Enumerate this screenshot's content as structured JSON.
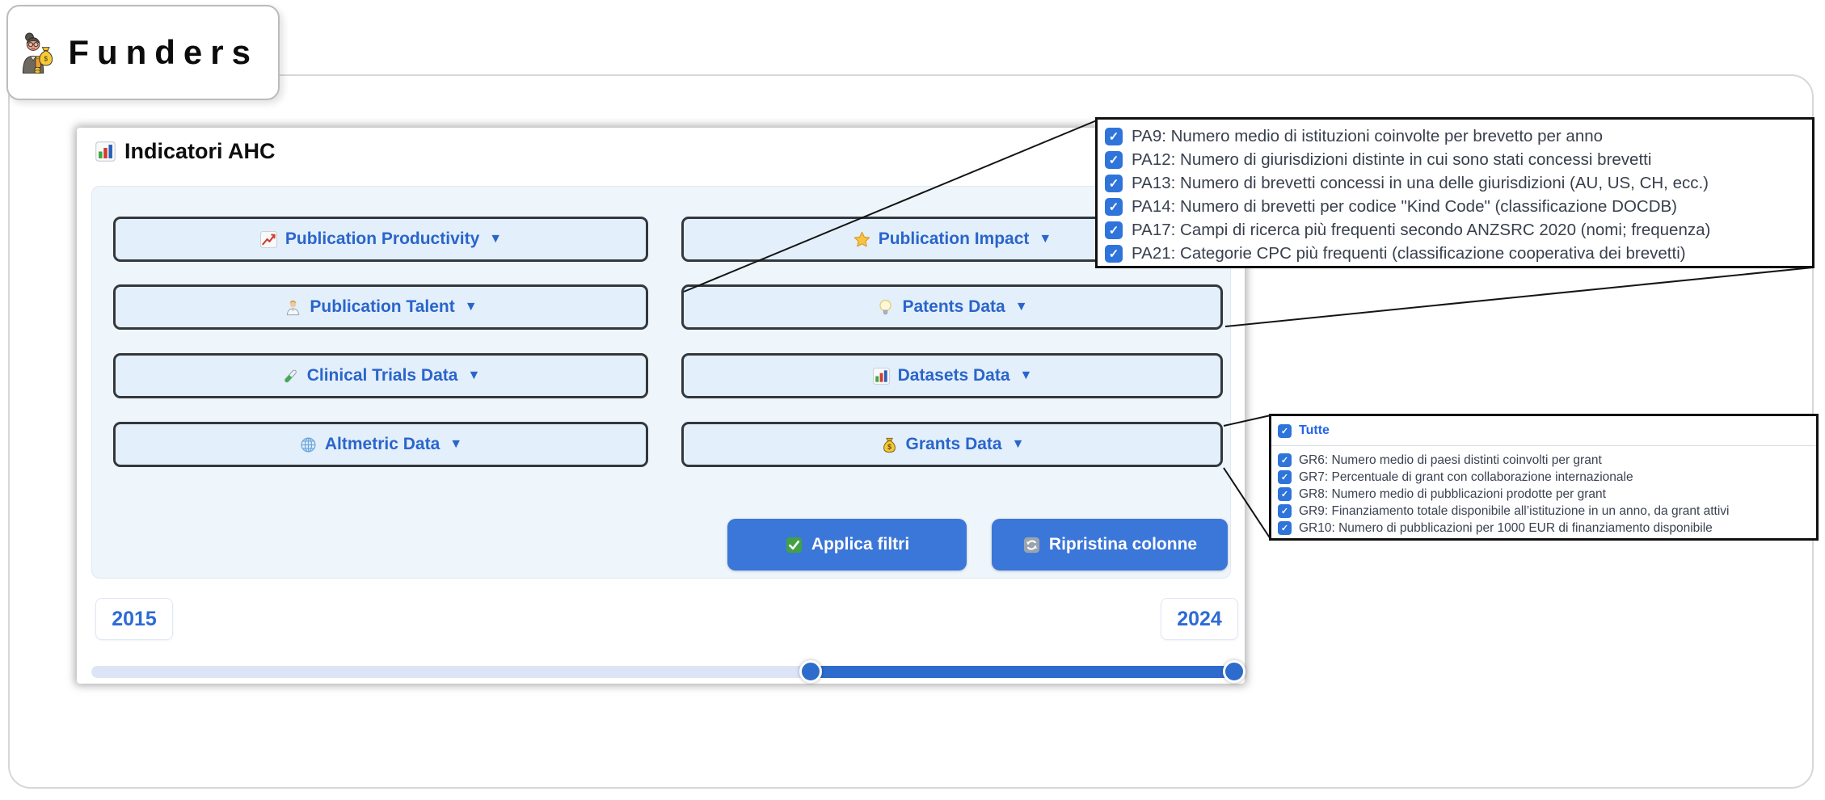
{
  "logo": {
    "title": "Funders"
  },
  "panel": {
    "title": "Indicatori AHC",
    "title_icon": "bar-chart",
    "dropdowns": [
      {
        "label": "Publication Productivity",
        "icon": "chart-increasing",
        "arrow": "▼"
      },
      {
        "label": "Publication Impact",
        "icon": "star",
        "arrow": "▼"
      },
      {
        "label": "Publication Talent",
        "icon": "scientist",
        "arrow": "▼"
      },
      {
        "label": "Patents Data",
        "icon": "light-bulb",
        "arrow": "▼"
      },
      {
        "label": "Clinical Trials Data",
        "icon": "test-tube",
        "arrow": "▼"
      },
      {
        "label": "Datasets Data",
        "icon": "bar-chart",
        "arrow": "▼"
      },
      {
        "label": "Altmetric Data",
        "icon": "globe",
        "arrow": "▼"
      },
      {
        "label": "Grants Data",
        "icon": "money-bag",
        "arrow": "▼"
      }
    ],
    "actions": [
      {
        "label": "Applica filtri",
        "icon": "check-mark"
      },
      {
        "label": "Ripristina colonne",
        "icon": "refresh"
      }
    ],
    "year_range": {
      "start": "2015",
      "end": "2024"
    }
  },
  "patents_callout": {
    "items": [
      {
        "label": "PA9: Numero medio di istituzioni coinvolte per brevetto per anno",
        "checked": true
      },
      {
        "label": "PA12: Numero di giurisdizioni distinte in cui sono stati concessi brevetti",
        "checked": true
      },
      {
        "label": "PA13: Numero di brevetti concessi in una delle giurisdizioni (AU, US, CH, ecc.)",
        "checked": true
      },
      {
        "label": "PA14: Numero di brevetti per codice \"Kind Code\" (classificazione DOCDB)",
        "checked": true
      },
      {
        "label": "PA17: Campi di ricerca più frequenti secondo ANZSRC 2020 (nomi; frequenza)",
        "checked": true
      },
      {
        "label": "PA21: Categorie CPC più frequenti (classificazione cooperativa dei brevetti)",
        "checked": true
      }
    ]
  },
  "grants_callout": {
    "select_all": {
      "label": "Tutte",
      "checked": true
    },
    "items": [
      {
        "label": "GR6: Numero medio di paesi distinti coinvolti per grant",
        "checked": true
      },
      {
        "label": "GR7: Percentuale di grant con collaborazione internazionale",
        "checked": true
      },
      {
        "label": "GR8: Numero medio di pubblicazioni prodotte per grant",
        "checked": true
      },
      {
        "label": "GR9: Finanziamento totale disponibile all’istituzione in un anno, da grant attivi",
        "checked": true
      },
      {
        "label": "GR10: Numero di pubblicazioni per 1000 EUR di finanziamento disponibile",
        "checked": true
      }
    ]
  },
  "glyphs": {
    "check": "✓"
  },
  "colors": {
    "accent_blue": "#2a65cc",
    "action_button_bg": "#3b76d9",
    "checkbox_blue": "#2e74da",
    "dropdown_bg": "#e3effa",
    "dropdown_border": "#33383d",
    "slider_active": "#2d6ccc",
    "slider_track": "#dde4f6",
    "callout_border": "#111111",
    "tutte_blue": "#2563eb"
  }
}
